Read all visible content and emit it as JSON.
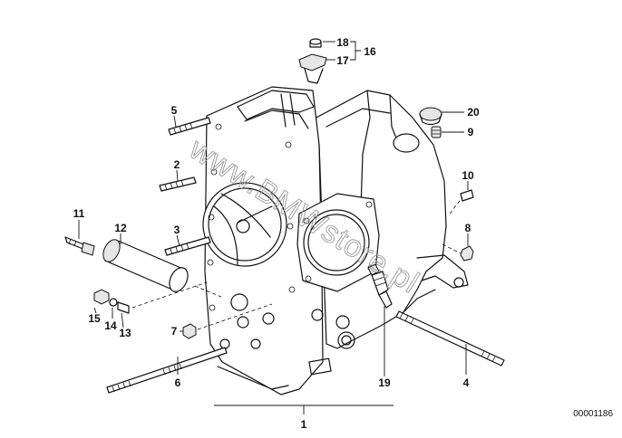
{
  "labels": {
    "p1": "1",
    "p2": "2",
    "p3": "3",
    "p4": "4",
    "p5": "5",
    "p6": "6",
    "p7": "7",
    "p8": "8",
    "p9": "9",
    "p10": "10",
    "p11": "11",
    "p12": "12",
    "p13": "13",
    "p14": "14",
    "p15": "15",
    "p16": "16",
    "p17": "17",
    "p18": "18",
    "p19": "19",
    "p20": "20"
  },
  "reference_number": "00001186",
  "watermark": "www.BMWstore.pl"
}
